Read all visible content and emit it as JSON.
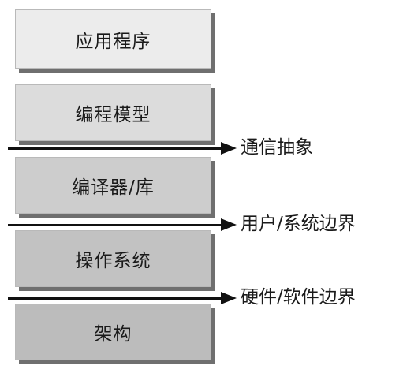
{
  "layers": [
    {
      "label": "应用程序",
      "fill": "#ececec"
    },
    {
      "label": "编程模型",
      "fill": "#dcdcdc"
    },
    {
      "label": "编译器/库",
      "fill": "#cdcdcd"
    },
    {
      "label": "操作系统",
      "fill": "#c2c2c2"
    },
    {
      "label": "架构",
      "fill": "#bcbcbc"
    }
  ],
  "boundaries": [
    {
      "label": "通信抽象"
    },
    {
      "label": "用户/系统边界"
    },
    {
      "label": "硬件/软件边界"
    }
  ]
}
